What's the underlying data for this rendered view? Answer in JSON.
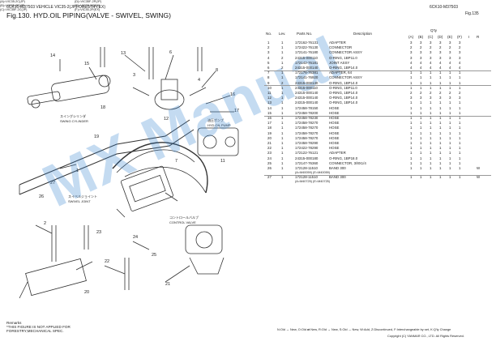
{
  "header": {
    "left": "6CK10-M37503    VEHICLE VIC35-2(JP,FORESTRY,EX)",
    "right": "6CK10-M37503",
    "fig_right": "Fig.135",
    "title": "Fig.130.  HYD.OIL PIPING(VALVE - SWIVEL, SWING)"
  },
  "variants": [
    "(A)=VIC35-2C(JP)",
    "(B)=VIC35-2P(JP)",
    "(C)=VIC35F-2C(JP)",
    "(D)=VIC35F-2P(JP)",
    "(E)=VIC35-2C(EX)",
    "(F)=VIC35-2P(EX)"
  ],
  "table": {
    "columns": {
      "no": "No.",
      "lev": "Lev.",
      "parts": "Parts No.",
      "desc": "Description",
      "qty": "Q'ty",
      "a": "(A)",
      "b": "(B)",
      "c": "(C)",
      "d": "(D)",
      "e": "(E)",
      "f": "(F)",
      "i": "I",
      "r": "R"
    },
    "rows": [
      {
        "no": "1",
        "lev": "1",
        "part": "172162-76131",
        "desc": "ADAPTER",
        "q": [
          "3",
          "3",
          "3",
          "3",
          "3",
          "3"
        ],
        "i": ""
      },
      {
        "no": "2",
        "lev": "1",
        "part": "172422-76130",
        "desc": "CONNECTOR",
        "q": [
          "2",
          "2",
          "2",
          "2",
          "2",
          "2"
        ],
        "i": ""
      },
      {
        "no": "3",
        "lev": "1",
        "part": "172141-76180",
        "desc": "CONNECTOR ASSY",
        "q": [
          "3",
          "3",
          "3",
          "3",
          "3",
          "3"
        ],
        "i": ""
      },
      {
        "no": "4",
        "lev": "2",
        "part": "24315-000110",
        "desc": "O-RING, 1BP11.0",
        "q": [
          "3",
          "3",
          "3",
          "3",
          "3",
          "3"
        ],
        "i": ""
      },
      {
        "no": "5",
        "lev": "1",
        "part": "172142-76181",
        "desc": "JOINT ASSY",
        "q": [
          "4",
          "4",
          "4",
          "4",
          "4",
          "4"
        ],
        "i": ""
      },
      {
        "no": "6",
        "lev": "2",
        "part": "24315-000140",
        "desc": "O-RING, 1BP14.0",
        "q": [
          "4",
          "4",
          "4",
          "4",
          "4",
          "4"
        ],
        "i": ""
      },
      {
        "no": "7",
        "lev": "1",
        "part": "172176-76381",
        "desc": "ADAPTER, 64",
        "q": [
          "1",
          "1",
          "1",
          "1",
          "1",
          "1"
        ],
        "i": ""
      },
      {
        "no": "8",
        "lev": "1",
        "part": "172141-76920",
        "desc": "CONNECTOR ASSY",
        "q": [
          "1",
          "1",
          "1",
          "1",
          "1",
          "1"
        ],
        "i": ""
      },
      {
        "no": "9",
        "lev": "2",
        "part": "24315-000140",
        "desc": "O-RING, 1BP14.0",
        "q": [
          "1",
          "1",
          "1",
          "1",
          "1",
          "1"
        ],
        "i": ""
      },
      {
        "no": "10",
        "lev": "1",
        "part": "24315-000110",
        "desc": "O-RING, 1BP11.0",
        "q": [
          "1",
          "1",
          "1",
          "1",
          "1",
          "1"
        ],
        "i": ""
      },
      {
        "no": "11",
        "lev": "1",
        "part": "24315-000140",
        "desc": "O-RING, 1BP14.0",
        "q": [
          "2",
          "2",
          "2",
          "2",
          "2",
          "2"
        ],
        "i": ""
      },
      {
        "no": "12",
        "lev": "1",
        "part": "24315-000140",
        "desc": "O-RING, 1BP14.0",
        "q": [
          "3",
          "3",
          "3",
          "3",
          "3",
          "3"
        ],
        "i": ""
      },
      {
        "no": "13",
        "lev": "1",
        "part": "24315-000140",
        "desc": "O-RING, 1BP14.0",
        "q": [
          "1",
          "1",
          "1",
          "1",
          "1",
          "1"
        ],
        "i": ""
      },
      {
        "no": "14",
        "lev": "1",
        "part": "172458-78150",
        "desc": "HOSE",
        "q": [
          "1",
          "1",
          "1",
          "1",
          "1",
          "1"
        ],
        "i": ""
      },
      {
        "no": "15",
        "lev": "1",
        "part": "172458-78200",
        "desc": "HOSE",
        "q": [
          "1",
          "1",
          "1",
          "1",
          "1",
          "1"
        ],
        "i": ""
      },
      {
        "no": "16",
        "lev": "1",
        "part": "172458-78230",
        "desc": "HOSE",
        "q": [
          "1",
          "1",
          "1",
          "1",
          "1",
          "1"
        ],
        "i": ""
      },
      {
        "no": "17",
        "lev": "1",
        "part": "172458-78270",
        "desc": "HOSE",
        "q": [
          "1",
          "1",
          "1",
          "1",
          "1",
          "1"
        ],
        "i": ""
      },
      {
        "no": "18",
        "lev": "1",
        "part": "172458-78270",
        "desc": "HOSE",
        "q": [
          "1",
          "1",
          "1",
          "1",
          "1",
          "1"
        ],
        "i": ""
      },
      {
        "no": "19",
        "lev": "1",
        "part": "172458-78270",
        "desc": "HOSE",
        "q": [
          "1",
          "1",
          "1",
          "1",
          "1",
          "1"
        ],
        "i": ""
      },
      {
        "no": "20",
        "lev": "1",
        "part": "172458-78270",
        "desc": "HOSE",
        "q": [
          "1",
          "1",
          "1",
          "1",
          "1",
          "1"
        ],
        "i": ""
      },
      {
        "no": "21",
        "lev": "1",
        "part": "172458-78290",
        "desc": "HOSE",
        "q": [
          "1",
          "1",
          "1",
          "1",
          "1",
          "1"
        ],
        "i": ""
      },
      {
        "no": "22",
        "lev": "1",
        "part": "172422-78290",
        "desc": "HOSE",
        "q": [
          "1",
          "1",
          "1",
          "1",
          "1",
          "1"
        ],
        "i": ""
      },
      {
        "no": "23",
        "lev": "1",
        "part": "172122-76121",
        "desc": "ADAPTER",
        "q": [
          "1",
          "1",
          "1",
          "1",
          "1",
          "1"
        ],
        "i": ""
      },
      {
        "no": "24",
        "lev": "1",
        "part": "24315-000180",
        "desc": "O-RING, 1BP18.0",
        "q": [
          "1",
          "1",
          "1",
          "1",
          "1",
          "1"
        ],
        "i": ""
      },
      {
        "no": "25",
        "lev": "1",
        "part": "172147-76360",
        "desc": "CONNECTOR, 3/8X1/4",
        "q": [
          "1",
          "1",
          "1",
          "1",
          "1",
          "1"
        ],
        "i": ""
      },
      {
        "no": "26",
        "lev": "1",
        "part": "172128-11510",
        "desc": "BAND 300",
        "q": [
          "1",
          "1",
          "1",
          "1",
          "1",
          "1"
        ],
        "i": "W"
      },
      {
        "no": "27",
        "lev": "1",
        "part": "172128-11510",
        "desc": "BAND 300",
        "q": [
          "1",
          "1",
          "1",
          "1",
          "1",
          "1"
        ],
        "i": "W"
      }
    ],
    "notes": [
      {
        "after": "26",
        "text": "(A=M40059)          (E=M40059)"
      },
      {
        "after": "27",
        "text": "(A=M40725)          (E=M40725)"
      }
    ]
  },
  "diagram_labels": {
    "swing_cyl_jp": "スイングシリンダ",
    "swing_cyl_en": "SWING CYLINDER",
    "pump_jp": "油圧ポンプ",
    "pump_en": "HYD.OIL PUMP",
    "swivel_jp": "スイベルジョイント",
    "swivel_en": "SWIVEL JOINT",
    "valve_jp": "コントロールバルブ",
    "valve_en": "CONTROL VALVE",
    "callouts": [
      "15",
      "14",
      "13",
      "6",
      "8",
      "16",
      "17",
      "18",
      "19",
      "3",
      "4",
      "12",
      "7",
      "11",
      "1",
      "2",
      "23",
      "24",
      "25",
      "22",
      "20",
      "21",
      "26",
      "27"
    ]
  },
  "watermark": "MX Manual",
  "remarks": {
    "title": "Remarks",
    "line1": "*THIS FIGURE IS NOT APPLIED FOR",
    "line2": "FORESTRY,MECHANICAL SPEC."
  },
  "footer": {
    "legend": "N:Old → New, O:Old ⇄ New, R:Old → New, S:Old → New, W:Add, Z:Discontinued, F:Interchangeable by set, K:Q'ty Change",
    "copyright": "Copyright (C)  YANMAR CO., LTD. All Rights Reserved."
  }
}
